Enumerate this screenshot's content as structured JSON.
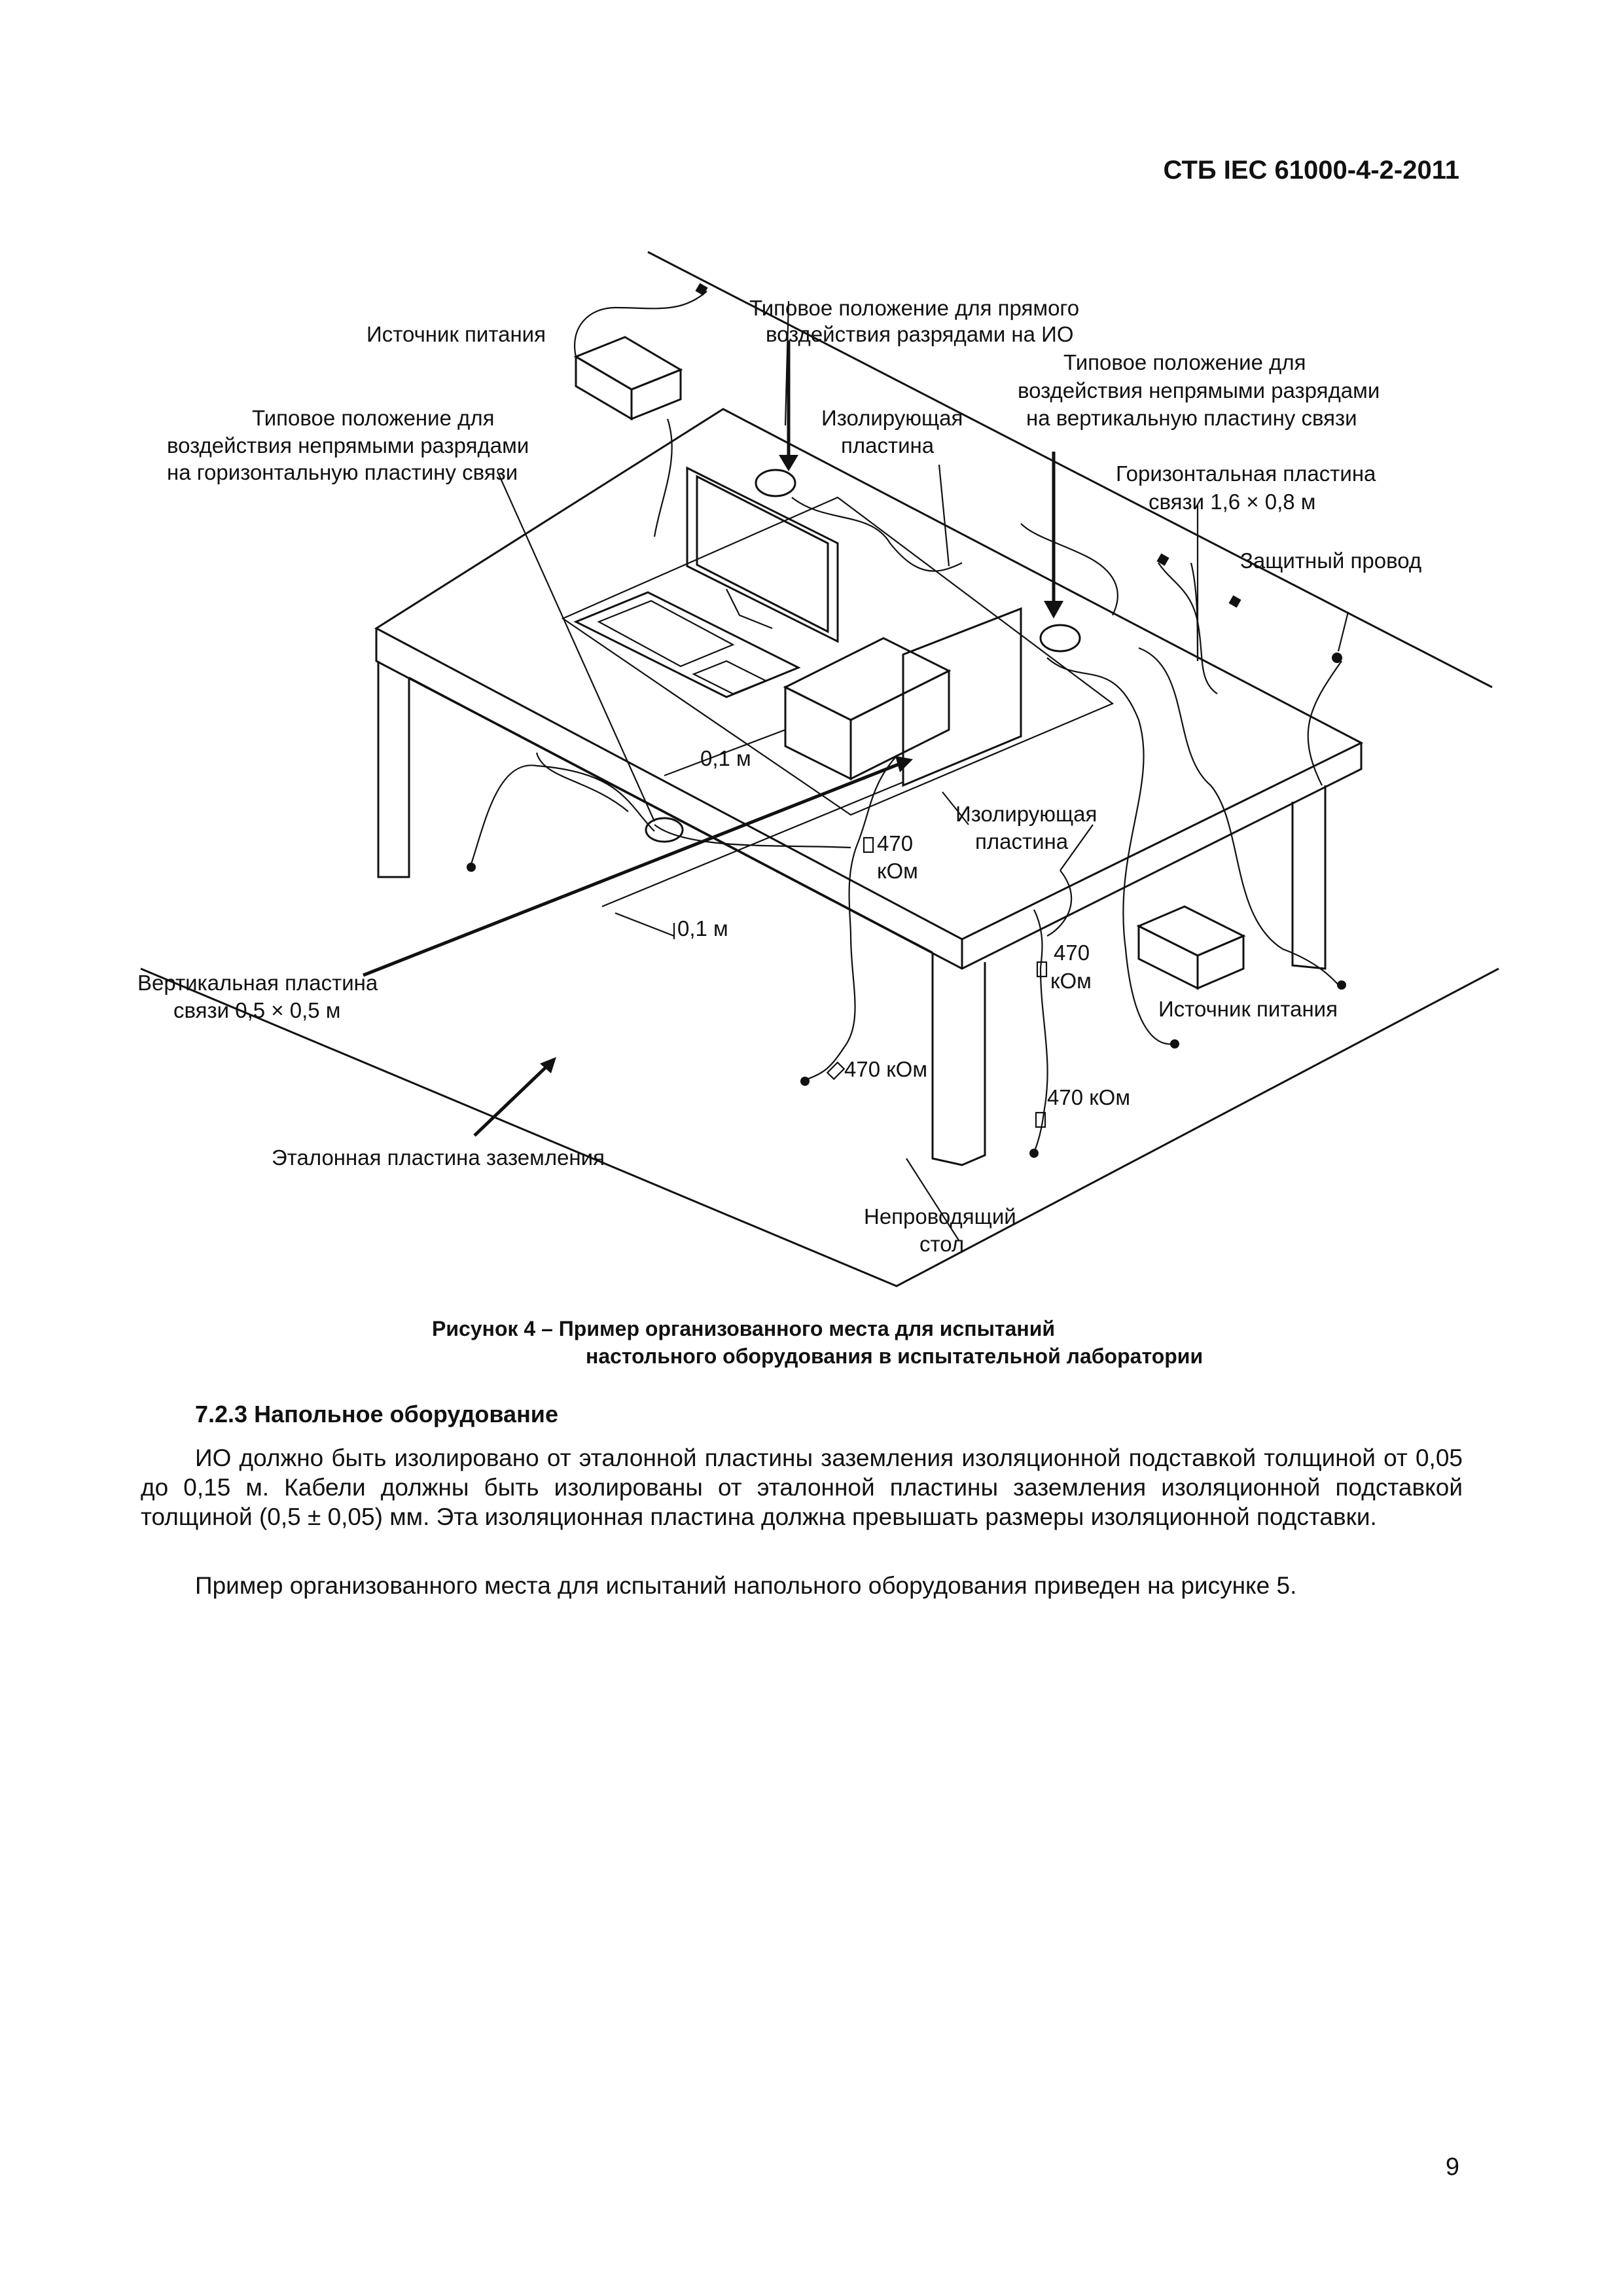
{
  "header": {
    "standard": "СТБ IEC 61000-4-2-2011"
  },
  "figure": {
    "labels": {
      "power_source_top": "Источник питания",
      "direct_pos_1": "Типовое положение для прямого",
      "direct_pos_2": "воздействия разрядами на ИО",
      "indirect_vert_1": "Типовое положение для",
      "indirect_vert_2": "воздействия непрямыми разрядами",
      "indirect_vert_3": "на вертикальную пластину связи",
      "indirect_horiz_1": "Типовое положение для",
      "indirect_horiz_2": "воздействия непрямыми разрядами",
      "indirect_horiz_3": "на горизонтальную пластину связи",
      "insulating_plate_top_1": "Изолирующая",
      "insulating_plate_top_2": "пластина",
      "horiz_plate_1": "Горизонтальная пластина",
      "horiz_plate_2": "связи 1,6 × 0,8 м",
      "protective_wire": "Защитный провод",
      "dist_upper": "0,1 м",
      "dist_lower": "0,1 м",
      "res1_a": "470",
      "res1_b": "кОм",
      "insulating_plate_mid_1": "Изолирующая",
      "insulating_plate_mid_2": "пластина",
      "res2_a": "470",
      "res2_b": "кОм",
      "power_source_right": "Источник питания",
      "vert_plate_1": "Вертикальная пластина",
      "vert_plate_2": "связи 0,5 × 0,5 м",
      "res3": "470 кОм",
      "res4": "470 кОм",
      "ground_plane": "Эталонная пластина заземления",
      "table_1": "Непроводящий",
      "table_2": "стол"
    },
    "caption_line1": "Рисунок 4 – Пример организованного места для испытаний",
    "caption_line2": "настольного оборудования в испытательной лаборатории"
  },
  "section": {
    "heading": "7.2.3 Напольное оборудование",
    "paragraph1": "ИО должно быть изолировано от эталонной пластины заземления изоляционной подставкой толщиной от 0,05 до 0,15 м. Кабели должны быть изолированы от эталонной пластины заземления изоляционной подставкой толщиной (0,5 ± 0,05) мм. Эта изоляционная пластина должна превышать размеры изоляционной подставки.",
    "paragraph2": "Пример организованного места для испытаний напольного оборудования приведен на рисунке 5."
  },
  "page_number": "9"
}
